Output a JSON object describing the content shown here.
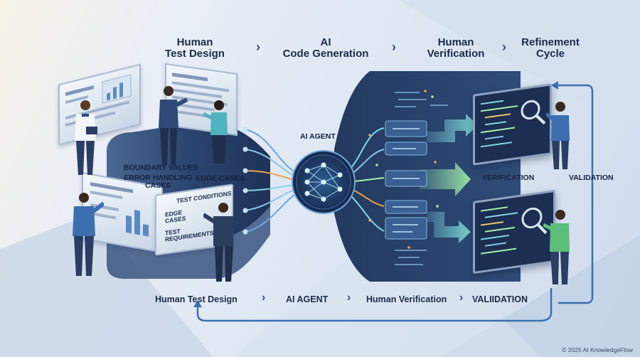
{
  "header": {
    "step1": "Human\nTest Design",
    "step2": "AI\nCode Generation",
    "step3": "Human\nVerification",
    "step4": "Refinement\nCycle",
    "chevron": "›"
  },
  "left_labels": {
    "boundary": "BOUNDARY VALUES",
    "error": "ERROR HANDLING\nCASES",
    "edge": "EDGE CASES"
  },
  "board": {
    "conditions": "TEST CONDITIONS",
    "edge": "EDGE\nCASES",
    "requirements": "TEST\nREQUIREMENTS"
  },
  "agent_label": "AI AGENT",
  "right_labels": {
    "verification": "VERIFICATION",
    "validation": "VALIDATION"
  },
  "footer": {
    "step1": "Human Test Design",
    "step2": "AI AGENT",
    "step3": "Human Verification",
    "step4": "VALIIDATION"
  },
  "copyright": "© 2025 AI KnowledgeFlow",
  "colors": {
    "dark_navy": "#1f3358",
    "accent_blue": "#3b6fb0",
    "teal": "#4fc3d9",
    "green": "#7fe0a2",
    "orange": "#f0a04a"
  }
}
